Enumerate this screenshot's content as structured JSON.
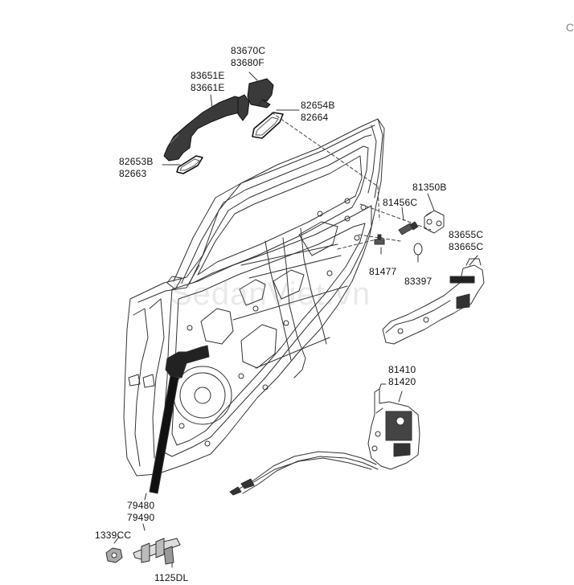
{
  "diagram": {
    "watermark": "SedanViet.vn",
    "corner_glyph": "C",
    "labels": {
      "l_83670C": "83670C",
      "l_83680F": "83680F",
      "l_83651E": "83651E",
      "l_83661E": "83661E",
      "l_82654B": "82654B",
      "l_82664": "82664",
      "l_82653B": "82653B",
      "l_82663": "82663",
      "l_81350B": "81350B",
      "l_81456C": "81456C",
      "l_81477": "81477",
      "l_83397": "83397",
      "l_83655C": "83655C",
      "l_83665C": "83665C",
      "l_81410": "81410",
      "l_81420": "81420",
      "l_79480": "79480",
      "l_79490": "79490",
      "l_1339CC": "1339CC",
      "l_1125DL": "1125DL"
    }
  }
}
